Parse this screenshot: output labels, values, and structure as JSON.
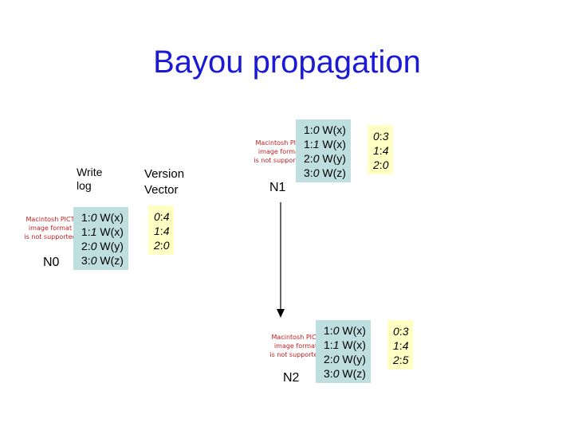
{
  "title": "Bayou propagation",
  "pict_placeholder": [
    "Macintosh PICT",
    "image format",
    "is not supported"
  ],
  "headers": {
    "write_log": [
      "Write",
      "log"
    ],
    "version_vector": [
      "Version",
      "Vector"
    ]
  },
  "nodes": {
    "n0": {
      "label": "N0",
      "log": [
        {
          "num": "1:",
          "stamp": "0",
          "op": "W(x)"
        },
        {
          "num": "1:",
          "stamp": "1",
          "op": "W(x)"
        },
        {
          "num": "2:",
          "stamp": "0",
          "op": "W(y)"
        },
        {
          "num": "3:",
          "stamp": "0",
          "op": "W(z)"
        }
      ],
      "vector": [
        {
          "id": "0",
          "val": "4"
        },
        {
          "id": "1",
          "val": "4"
        },
        {
          "id": "2",
          "val": "0"
        }
      ]
    },
    "n1": {
      "label": "N1",
      "log": [
        {
          "num": "1:",
          "stamp": "0",
          "op": "W(x)"
        },
        {
          "num": "1:",
          "stamp": "1",
          "op": "W(x)"
        },
        {
          "num": "2:",
          "stamp": "0",
          "op": "W(y)"
        },
        {
          "num": "3:",
          "stamp": "0",
          "op": "W(z)"
        }
      ],
      "vector": [
        {
          "id": "0",
          "val": "3"
        },
        {
          "id": "1",
          "val": "4"
        },
        {
          "id": "2",
          "val": "0"
        }
      ]
    },
    "n2": {
      "label": "N2",
      "log": [
        {
          "num": "1:",
          "stamp": "0",
          "op": "W(x)"
        },
        {
          "num": "1:",
          "stamp": "1",
          "op": "W(x)"
        },
        {
          "num": "2:",
          "stamp": "0",
          "op": "W(y)"
        },
        {
          "num": "3:",
          "stamp": "0",
          "op": "W(z)"
        }
      ],
      "vector": [
        {
          "id": "0",
          "val": "3"
        },
        {
          "id": "1",
          "val": "4"
        },
        {
          "id": "2",
          "val": "5"
        }
      ]
    }
  },
  "colors": {
    "title": "#1a1ad6",
    "log_bg": "#bfdedf",
    "vector_bg": "#ffffc4",
    "pict_text": "#c02020",
    "arrow": "#000000"
  }
}
